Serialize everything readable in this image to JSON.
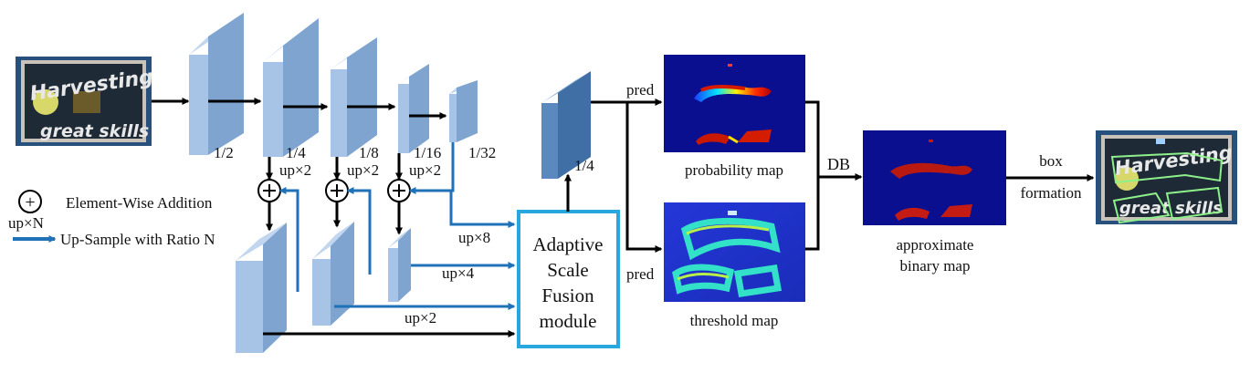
{
  "labels": {
    "scale_1_2": "1/2",
    "scale_1_4": "1/4",
    "scale_1_8": "1/8",
    "scale_1_16": "1/16",
    "scale_1_32": "1/32",
    "up_x2_a": "up×2",
    "up_x2_b": "up×2",
    "up_x2_c": "up×2",
    "up_x8": "up×8",
    "up_x4": "up×4",
    "up_x2_bottom": "up×2",
    "asf_line1": "Adaptive",
    "asf_line2": "Scale",
    "asf_line3": "Fusion",
    "asf_line4": "module",
    "feat_scale": "1/4",
    "pred_top": "pred",
    "pred_bottom": "pred",
    "probability_map": "probability map",
    "threshold_map": "threshold map",
    "db": "DB",
    "binary_line1": "approximate",
    "binary_line2": "binary map",
    "box_line1": "box",
    "box_line2": "formation"
  },
  "legend": {
    "plus_symbol": "+",
    "element_wise": "Element-Wise Addition",
    "upn": "up×N",
    "upsample": "Up-Sample with Ratio N"
  },
  "images": {
    "sign_text_line1": "Harvesting",
    "sign_text_line2": "great skills"
  },
  "colors": {
    "feature_front": "#a7c4e6",
    "feature_side": "#7ea4cf",
    "accent_blue": "#1f72b8",
    "asf_border": "#28a8df",
    "heatmap_bg": "#0a0f8f",
    "black": "#000000"
  }
}
